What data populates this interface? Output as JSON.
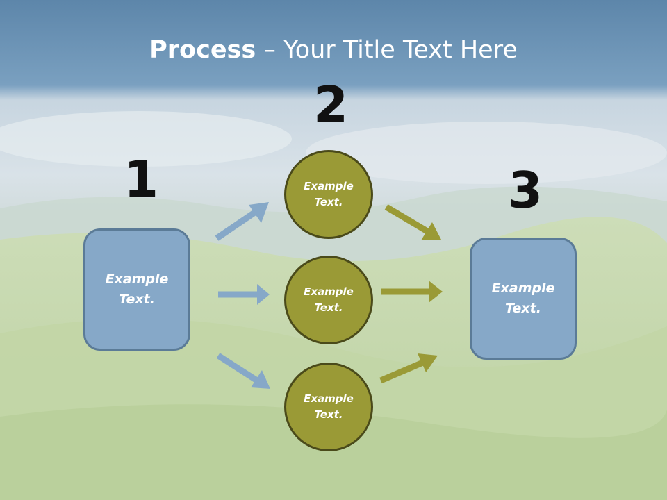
{
  "title": {
    "bold": "Process",
    "rest": " – Your Title Text Here"
  },
  "steps": {
    "one": "1",
    "two": "2",
    "three": "3"
  },
  "left_box": {
    "line1": "Example",
    "line2": "Text."
  },
  "right_box": {
    "line1": "Example",
    "line2": "Text."
  },
  "circles": [
    {
      "line1": "Example",
      "line2": "Text."
    },
    {
      "line1": "Example",
      "line2": "Text."
    },
    {
      "line1": "Example",
      "line2": "Text."
    }
  ],
  "colors": {
    "box_fill": "#86a8c8",
    "circle_fill": "#9a9a36",
    "arrow_blue": "#86a8c8",
    "arrow_olive": "#9a9a36"
  }
}
